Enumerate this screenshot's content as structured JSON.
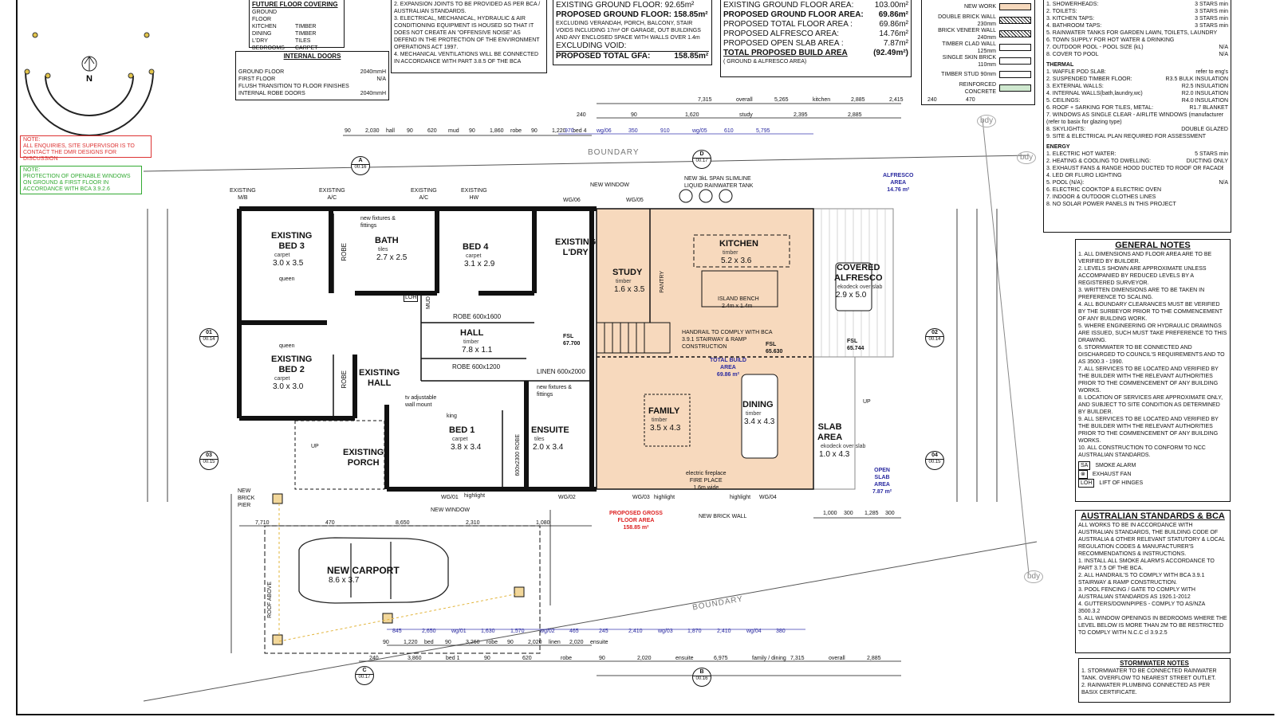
{
  "future_floor_covering": {
    "title": "FUTURE FLOOR COVERING",
    "items": [
      {
        "room": "GROUND FLOOR",
        "finish": ""
      },
      {
        "room": "KITCHEN",
        "finish": "TIMBER"
      },
      {
        "room": "DINING",
        "finish": "TIMBER"
      },
      {
        "room": "L'DRY",
        "finish": "TILES"
      },
      {
        "room": "BEDROOMS",
        "finish": "CARPET"
      }
    ]
  },
  "internal_doors": {
    "title": "INTERNAL DOORS",
    "items": [
      {
        "label": "GROUND FLOOR",
        "value": "2040mmH"
      },
      {
        "label": "FIRST FLOOR",
        "value": "N/A"
      },
      {
        "label": "FLUSH TRANSITION TO FLOOR FINISHES",
        "value": ""
      },
      {
        "label": "INTERNAL ROBE DOORS",
        "value": "2040mmH"
      }
    ]
  },
  "construction_notes": [
    "2. EXPANSION JOINTS TO BE PROVIDED AS PER BCA / AUSTRALIAN STANDARDS.",
    "3. ELECTRICAL, MECHANICAL, HYDRAULIC & AIR CONDITIONING EQUIPMENT IS HOUSED SO THAT IT DOES NOT CREATE AN \"OFFENSIVE NOISE\" AS DEFEND IN THE PROTECTION OF THE ENVIRONMENT OPERATIONS ACT 1997.",
    "4. MECHANICAL VENTILATIONS WILL BE CONNECTED IN ACCORDANCE WITH PART 3.8.5 OF THE BCA"
  ],
  "gfa": {
    "existing_ground": "EXISTING GROUND FLOOR: 92.65m²",
    "proposed_ground": "PROPOSED GROUND FLOOR: 158.85m²",
    "excluding_note": "EXCLUDING VERANDAH, PORCH, BALCONY, STAIR VOIDS INCLUDING 17m² OF GARAGE, OUT BUILDINGS AND ANY ENCLOSED SPACE WITH WALLS OVER 1.4m",
    "excluding_void": "EXCLUDING VOID:",
    "total_label": "PROPOSED TOTAL GFA:",
    "total_value": "158.85m²"
  },
  "areas": {
    "rows": [
      {
        "label": "EXISTING GROUND FLOOR AREA:",
        "value": "103.00m²"
      },
      {
        "label": "PROPOSED GROUND FLOOR AREA:",
        "value": "69.86m²"
      },
      {
        "label": "PROPOSED TOTAL FLOOR AREA :",
        "value": "69.86m²"
      },
      {
        "label": "PROPOSED ALFRESCO AREA:",
        "value": "14.76m²"
      },
      {
        "label": "PROPOSED OPEN SLAB AREA :",
        "value": "7.87m²"
      },
      {
        "label": "TOTAL PROPOSED BUILD AREA",
        "value": "(92.49m²)"
      }
    ],
    "footnote": "( GROUND & ALFRESCO AREA)"
  },
  "legend": {
    "items": [
      {
        "label": "NEW WORK"
      },
      {
        "label": "DOUBLE BRICK WALL 230mm"
      },
      {
        "label": "BRICK VENEER WALL 240mm"
      },
      {
        "label": "TIMBER CLAD WALL 125mm"
      },
      {
        "label": "SINGLE SKIN BRICK 110mm"
      },
      {
        "label": "TIMBER STUD 90mm"
      },
      {
        "label": "REINFORCED CONCRETE"
      }
    ],
    "new_work_color": "#f7d9bd",
    "concrete_color": "#cfe8cf"
  },
  "basix": {
    "water": [
      {
        "item": "1. SHOWERHEADS:",
        "value": "3 STARS min"
      },
      {
        "item": "2. TOILETS:",
        "value": "3 STARS min"
      },
      {
        "item": "3. KITCHEN TAPS:",
        "value": "3 STARS min"
      },
      {
        "item": "4. BATHROOM TAPS:",
        "value": "3 STARS min"
      },
      {
        "item": "5. RAINWATER TANKS FOR GARDEN LAWN, TOILETS, LAUNDRY",
        "value": ""
      },
      {
        "item": "6. TOWN SUPPLY FOR HOT WATER & DRINKING",
        "value": ""
      },
      {
        "item": "7. OUTDOOR POOL - POOL SIZE (kL)",
        "value": "N/A"
      },
      {
        "item": "8. COVER TO POOL",
        "value": "N/A"
      }
    ],
    "thermal_title": "THERMAL",
    "thermal": [
      {
        "item": "1. WAFFLE POD SLAB:",
        "value": "refer to eng's"
      },
      {
        "item": "2. SUSPENDED TIMBER FLOOR:",
        "value": "R3.5 BULK INSULATION"
      },
      {
        "item": "3. EXTERNAL WALLS:",
        "value": "R2.5 INSULATION"
      },
      {
        "item": "4. INTERNAL WALLS(bath,laundry,wc)",
        "value": "R2.0 INSULATION"
      },
      {
        "item": "5. CEILINGS:",
        "value": "R4.0 INSULATION"
      },
      {
        "item": "6. ROOF + SARKING FOR TILES, METAL:",
        "value": "R1.7 BLANKET"
      },
      {
        "item": "7. WINDOWS AS SINGLE CLEAR - AIRLITE WINDOWS (manufacturer)",
        "value": ""
      },
      {
        "item": "(refer to basix for glazing type)",
        "value": ""
      },
      {
        "item": "8. SKYLIGHTS:",
        "value": "DOUBLE GLAZED"
      },
      {
        "item": "9. SITE & ELECTRICAL PLAN REQUIRED FOR ASSESSMENT",
        "value": ""
      }
    ],
    "energy_title": "ENERGY",
    "energy": [
      {
        "item": "1. ELECTRIC HOT WATER:",
        "value": "5 STARS min"
      },
      {
        "item": "2. HEATING & COOLING TO DWELLING:",
        "value": "DUCTING ONLY"
      },
      {
        "item": "3. EXHAUST FANS & RANGE HOOD DUCTED TO ROOF OR FACADE",
        "value": ""
      },
      {
        "item": "4. LED OR FLURO LIGHTING",
        "value": ""
      },
      {
        "item": "5. POOL (N/A):",
        "value": "N/A"
      },
      {
        "item": "6. ELECTRIC COOKTOP & ELECTRIC OVEN",
        "value": ""
      },
      {
        "item": "7. INDOOR & OUTDOOR CLOTHES LINES",
        "value": ""
      },
      {
        "item": "8. NO SOLAR POWER PANELS IN THIS PROJECT",
        "value": ""
      }
    ]
  },
  "general_notes": {
    "title": "GENERAL NOTES",
    "items": [
      "1. ALL DIMENSIONS AND FLOOR AREA ARE TO BE VERIFIED BY BUILDER.",
      "2. LEVELS SHOWN ARE APPROXIMATE UNLESS ACCOMPANIED BY REDUCED LEVELS BY A REGISTERED SURVEYOR.",
      "3. WRITTEN DIMENSIONS ARE TO BE TAKEN IN PREFERENCE TO SCALING.",
      "4. ALL BOUNDARY CLEARANCES MUST BE VERIFIED BY THE SURBEYOR PRIOR TO THE COMMENCEMENT OF ANY BUILDING WORK.",
      "5. WHERE ENGINEERING OR HYDRAULIC DRAWINGS ARE ISSUED, SUCH MUST TAKE PREFERENCE TO THIS DRAWING.",
      "6. STORMWATER TO BE CONNECTED AND DISCHARGED TO COUNCIL'S REQUIREMENTS AND TO AS 3500.3 - 1990.",
      "7. ALL SERVICES TO BE LOCATED AND VERIFIED BY THE BUILDER WITH THE RELEVANT AUTHORITIES PRIOR TO THE COMMENCEMENT OF ANY BUILDING WORKS.",
      "8. LOCATION OF SERVICES ARE APPROXIMATE ONLY, AND SUBJECT TO SITE CONDITION AS DETERMINED BY BUILDER.",
      "9. ALL SERVICES TO BE LOCATED AND VERIFIED BY THE BUILDER WITH THE RELEVANT AUTHORITIES PRIOR TO THE COMMENCEMENT OF ANY BUILDING WORKS.",
      "10. ALL CONSTRUCTION TO CONFORM TO NCC AUSTRALIAN STANDARDS."
    ],
    "symbols": [
      {
        "code": "SA",
        "label": "SMOKE ALARM"
      },
      {
        "code": "⊗",
        "label": "EXHAUST FAN"
      },
      {
        "code": "LOH",
        "label": "LIFT OF HINGES"
      }
    ]
  },
  "australian_standards": {
    "title": "AUSTRALIAN STANDARDS & BCA",
    "intro": "ALL WORKS TO BE IN ACCORDANCE WITH AUSTRALIAN STANDARDS, THE BUILDING CODE OF AUSTRALIA & OTHER RELEVANT STATUTORY & LOCAL REGULATION CODES & MANUFACTURER'S RECOMMENDATIONS & INSTRUCTIONS.",
    "items": [
      "1. INSTALL ALL SMOKE ALARM'S ACCORDANCE TO PART 3.7.5 OF THE BCA.",
      "2. ALL HANDRAIL'S TO COMPLY WITH BCA 3.9.1 STAIRWAY & RAMP CONSTRUCTION.",
      "3. POOL FENCING / GATE TO COMPLY WITH AUSTRALIAN STANDARDS AS 1926.1-2012",
      "4. GUTTERS/DOWNPIPES - COMPLY TO AS/NZA 3500.3.2",
      "5. ALL WINDOW OPENINGS IN BEDROOMS WHERE THE LEVEL BELOW IS MORE THAN 2M TO BE RESTRICTED TO COMPLY WITH N.C.C cl 3.9.2.5"
    ]
  },
  "stormwater": {
    "title": "STORMWATER NOTES",
    "items": [
      "1. STORMWATER TO BE CONNECTED RAINWATER TANK. OVERFLOW TO NEAREST STREET OUTLET.",
      "2. RAINWATER PLUMBING CONNECTED AS PER BASIX CERTIFICATE."
    ]
  },
  "red_note": "NOTE:\nALL ENQUIRIES, SITE SUPERVISOR IS TO CONTACT THE DMR DESIGNS FOR DISCUSSION",
  "green_note": "NOTE:\nPROTECTION OF OPENABLE WINDOWS ON GROUND & FIRST FLOOR IN ACCORDANCE WITH BCA 3.9.2.6",
  "north": "N",
  "plan": {
    "boundary": "BOUNDARY",
    "rooms": [
      {
        "id": "bed3",
        "name": "EXISTING\nBED 3",
        "finish": "carpet",
        "size": "3.0 x 3.5"
      },
      {
        "id": "bath",
        "name": "BATH",
        "finish": "tiles",
        "size": "2.7 x 2.5"
      },
      {
        "id": "bed4",
        "name": "BED 4",
        "finish": "carpet",
        "size": "3.1 x 2.9"
      },
      {
        "id": "ldry",
        "name": "EXISTING\nL'DRY",
        "finish": "",
        "size": ""
      },
      {
        "id": "study",
        "name": "STUDY",
        "finish": "timber",
        "size": "1.6 x 3.5"
      },
      {
        "id": "kitchen",
        "name": "KITCHEN",
        "finish": "timber",
        "size": "5.2 x 3.6"
      },
      {
        "id": "alfresco",
        "name": "COVERED\nALFRESCO",
        "finish": "ekodeck over slab",
        "size": "2.9 x 5.0"
      },
      {
        "id": "hall",
        "name": "HALL",
        "finish": "timber",
        "size": "7.8 x 1.1"
      },
      {
        "id": "bed2",
        "name": "EXISTING\nBED 2",
        "finish": "carpet",
        "size": "3.0 x 3.0"
      },
      {
        "id": "exhall",
        "name": "EXISTING\nHALL",
        "finish": "",
        "size": ""
      },
      {
        "id": "bed1",
        "name": "BED 1",
        "finish": "carpet",
        "size": "3.8 x 3.4"
      },
      {
        "id": "ensuite",
        "name": "ENSUITE",
        "finish": "tiles",
        "size": "2.0 x 3.4"
      },
      {
        "id": "family",
        "name": "FAMILY",
        "finish": "timber",
        "size": "3.5 x 4.3"
      },
      {
        "id": "dining",
        "name": "DINING",
        "finish": "timber",
        "size": "3.4 x 4.3"
      },
      {
        "id": "slab",
        "name": "SLAB\nAREA",
        "finish": "ekodeck over slab",
        "size": "1.0 x 4.3"
      },
      {
        "id": "porch",
        "name": "EXISTING\nPORCH",
        "finish": "",
        "size": ""
      },
      {
        "id": "carport",
        "name": "NEW CARPORT",
        "finish": "",
        "size": "8.6 x 3.7"
      }
    ],
    "labels": {
      "new_fixtures": "new fixtures &\nfittings",
      "island": "ISLAND BENCH",
      "island_size": "2.4m x 1.4m",
      "pantry": "PANTRY",
      "robe": "ROBE",
      "robe_hall": "ROBE 600x1600",
      "robe_hall2": "ROBE 600x1200",
      "linen": "LINEN 600x2000",
      "robe_ens": "600x2300 ROBE",
      "mud": "MUD",
      "loh": "LOH",
      "total_build": "TOTAL BUILD\nAREA\n69.86 m²",
      "alfresco_area": "ALFRESCO\nAREA\n14.76 m²",
      "open_slab": "OPEN\nSLAB\nAREA\n7.87 m²",
      "proposed_gross": "PROPOSED GROSS\nFLOOR AREA\n158.85 m²",
      "fsl1": "FSL\n67.700",
      "fsl2": "FSL\n65.630",
      "fsl3": "FSL\n65.744",
      "new_window_top": "NEW WINDOW",
      "new_window_bottom": "NEW WINDOW",
      "new_brick_wall": "NEW BRICK WALL",
      "new_brick_pier": "NEW\nBRICK\nPIER",
      "handrail": "HANDRAIL TO COMPLY WITH BCA\n3.9.1 STAIRWAY & RAMP\nCONSTRUCTION",
      "tv": "tv adjustable\nwall mount",
      "king": "king",
      "queen": "queen",
      "fireplace": "electric fireplace\nFIRE PLACE\n1.6m wide",
      "tank": "NEW 3kL SPAN SLIMLINE\nLIQUID RAINWATER TANK",
      "roof_above": "ROOF ABOVE",
      "up": "UP",
      "highlight": "highlight",
      "wg": [
        "WG/06",
        "WG/05",
        "WG/01",
        "WG/02",
        "WG/03",
        "WG/04"
      ],
      "existing": [
        "EXISTING\nM/B",
        "EXISTING\nA/C",
        "EXISTING\nA/C",
        "EXISTING\nHW"
      ]
    },
    "dims_top1": [
      "7,315",
      "overall",
      "5,265",
      "kitchen",
      "2,885",
      "2,415",
      "240",
      "470"
    ],
    "dims_top2": [
      "90",
      "2,030",
      "hall",
      "90",
      "620",
      "mud",
      "90",
      "1,860",
      "robe",
      "90",
      "1,220",
      "bed 4"
    ],
    "dims_top3": [
      "240",
      "90",
      "1,620",
      "study",
      "2,395",
      "2,885"
    ],
    "dims_top4": [
      "970",
      "wg/06",
      "350",
      "910",
      "wg/05",
      "610",
      "5,795"
    ],
    "dims_bottom1": [
      "7,710",
      "470",
      "8,650",
      "2,310",
      "1,080"
    ],
    "dims_bottom2": [
      "845",
      "2,650",
      "wg/01",
      "1,630",
      "1,570",
      "wg/02",
      "465",
      "245",
      "2,410",
      "wg/03",
      "1,870",
      "2,410",
      "wg/04",
      "380"
    ],
    "dims_bottom3": [
      "90",
      "1,220",
      "bed",
      "90",
      "3,260",
      "robe",
      "90",
      "2,020",
      "linen",
      "2,020",
      "ensuite"
    ],
    "dims_bottom4": [
      "240",
      "3,860",
      "bed 1",
      "90",
      "620",
      "robe",
      "90",
      "2,020",
      "ensuite",
      "6,975",
      "family / dining",
      "7,315",
      "overall",
      "2,885"
    ],
    "dims_right": [
      "1,000",
      "300",
      "1,285",
      "300"
    ],
    "sections": [
      "A",
      "00.16",
      "C",
      "00.17",
      "D",
      "00.17",
      "B",
      "00.16",
      "01",
      "00.14",
      "02",
      "00.14",
      "03",
      "00.15",
      "04",
      "00.15"
    ],
    "bdy": "bdy"
  }
}
